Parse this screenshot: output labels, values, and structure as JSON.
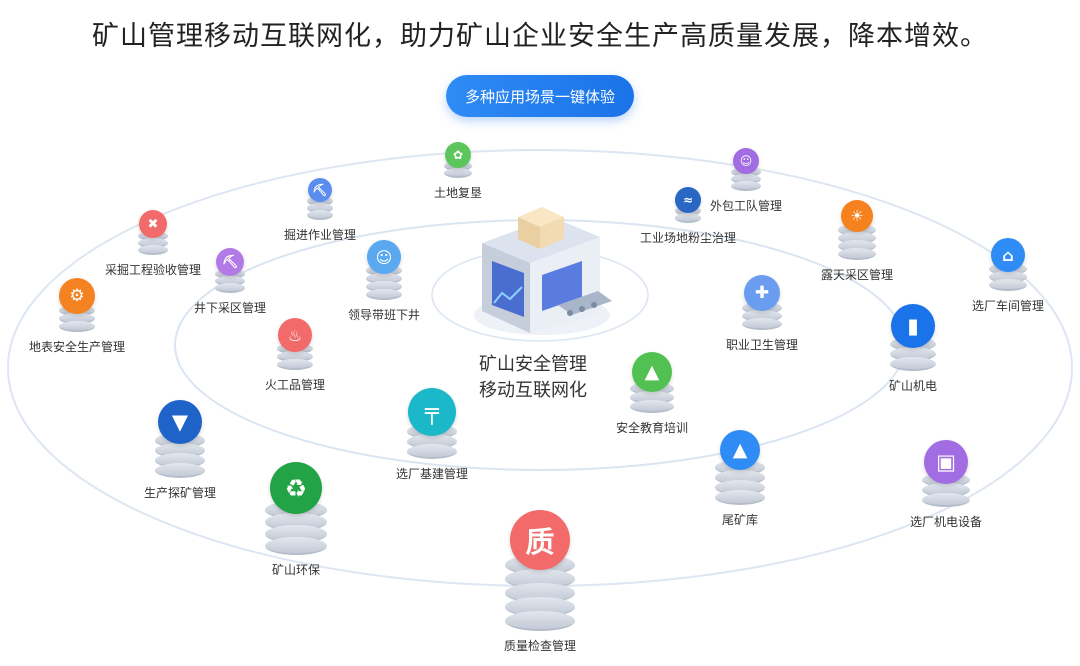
{
  "headline": "矿山管理移动互联网化，助力矿山企业安全生产高质量发展，降本增效。",
  "cta": "多种应用场景一键体验",
  "center": {
    "line1": "矿山安全管理",
    "line2": "移动互联网化"
  },
  "colors": {
    "blue": "#1a73e8",
    "ring": "#dbe6f3"
  },
  "nodes": [
    {
      "label": "土地复垦",
      "icon": "sprout-icon",
      "color": "#5cc65c"
    },
    {
      "label": "掘进作业管理",
      "icon": "excavator-icon",
      "color": "#5b8def"
    },
    {
      "label": "外包工队管理",
      "icon": "worker-icon",
      "color": "#a26de3"
    },
    {
      "label": "工业场地粉尘治理",
      "icon": "dust-icon",
      "color": "#2a67c4"
    },
    {
      "label": "采掘工程验收管理",
      "icon": "tools-icon",
      "color": "#f26a6a"
    },
    {
      "label": "露天采区管理",
      "icon": "sun-worker-icon",
      "color": "#f5821f"
    },
    {
      "label": "选厂车间管理",
      "icon": "factory-home-icon",
      "color": "#2f8cf5"
    },
    {
      "label": "井下采区管理",
      "icon": "mine-icon",
      "color": "#b27ae6"
    },
    {
      "label": "领导带班下井",
      "icon": "helmet-icon",
      "color": "#5aa8ef"
    },
    {
      "label": "地表安全生产管理",
      "icon": "shield-gear-icon",
      "color": "#f58220"
    },
    {
      "label": "职业卫生管理",
      "icon": "medkit-icon",
      "color": "#6a9cf0"
    },
    {
      "label": "火工品管理",
      "icon": "fire-icon",
      "color": "#f26a6a"
    },
    {
      "label": "矿山机电",
      "icon": "battery-icon",
      "color": "#1a73e8"
    },
    {
      "label": "安全教育培训",
      "icon": "graduation-icon",
      "color": "#52c152"
    },
    {
      "label": "生产探矿管理",
      "icon": "drill-icon",
      "color": "#1f63c8"
    },
    {
      "label": "选厂基建管理",
      "icon": "crane-icon",
      "color": "#1ab8c8"
    },
    {
      "label": "尾矿库",
      "icon": "mountain-icon",
      "color": "#2f8cf5"
    },
    {
      "label": "选厂机电设备",
      "icon": "equipment-icon",
      "color": "#a26de3"
    },
    {
      "label": "矿山环保",
      "icon": "recycle-icon",
      "color": "#22a345"
    },
    {
      "label": "质量检查管理",
      "icon": "quality-icon",
      "color": "#f26a6a",
      "glyph": "质"
    }
  ]
}
